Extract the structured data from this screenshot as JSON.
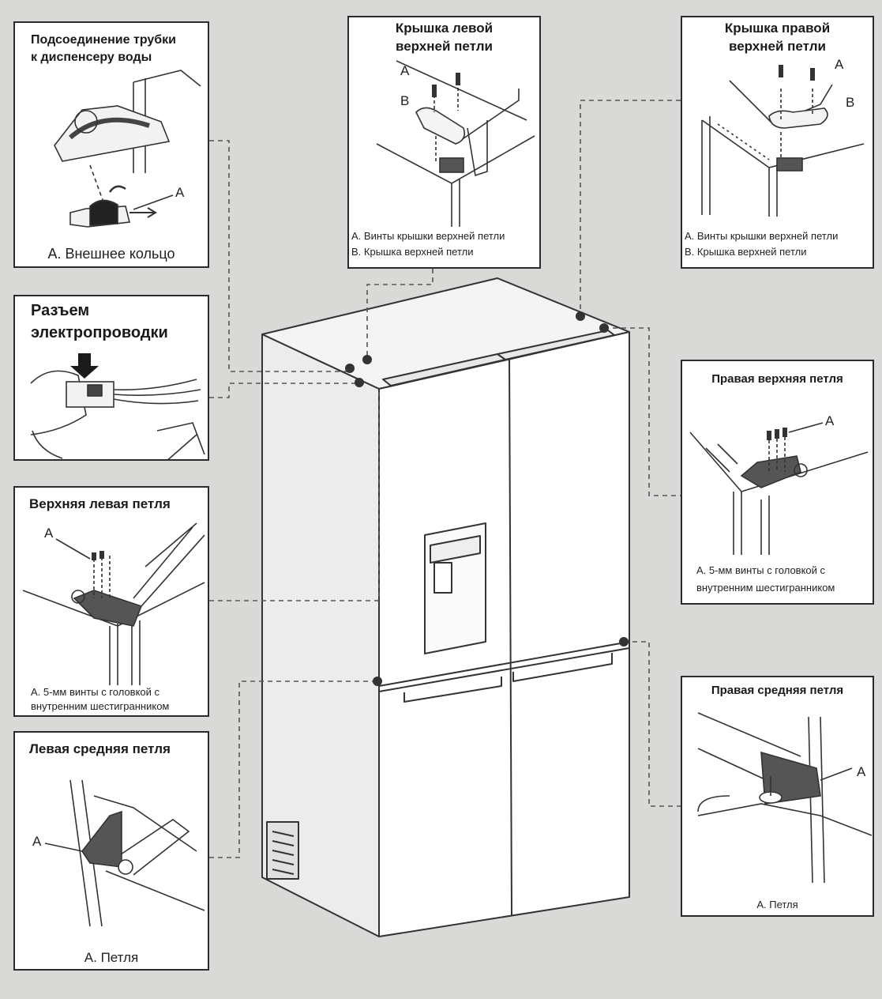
{
  "colors": {
    "background": "#d9d9d7",
    "panel_border": "#2b2b2b",
    "line": "#333333",
    "dash": "#555555"
  },
  "panels": {
    "water_tube": {
      "title_line1": "Подсоединение трубки",
      "title_line2": "к диспенсеру воды",
      "label_a": "A",
      "caption": "A. Внешнее кольцо"
    },
    "wiring": {
      "title_line1": "Разъем",
      "title_line2": "электропроводки"
    },
    "left_cover": {
      "title_line1": "Крышка левой",
      "title_line2": "верхней петли",
      "label_a": "A",
      "label_b": "B",
      "caption_a": "A. Винты крышки верхней петли",
      "caption_b": "B. Крышка верхней петли"
    },
    "right_cover": {
      "title_line1": "Крышка правой",
      "title_line2": "верхней петли",
      "label_a": "A",
      "label_b": "B",
      "caption_a": "A. Винты крышки верхней петли",
      "caption_b": "B. Крышка верхней петли"
    },
    "right_top_hinge": {
      "title": "Правая верхняя петля",
      "label_a": "A",
      "caption_line1": "A. 5-мм винты с головкой с",
      "caption_line2": "внутренним шестигранником"
    },
    "left_top_hinge": {
      "title": "Верхняя левая петля",
      "label_a": "A",
      "caption_line1": "A. 5-мм винты с головкой с",
      "caption_line2": "внутренним шестигранником"
    },
    "left_middle_hinge": {
      "title": "Левая средняя петля",
      "label_a": "A",
      "caption": "A. Петля"
    },
    "right_middle_hinge": {
      "title": "Правая средняя петля",
      "label_a": "A",
      "caption": "A. Петля"
    }
  }
}
